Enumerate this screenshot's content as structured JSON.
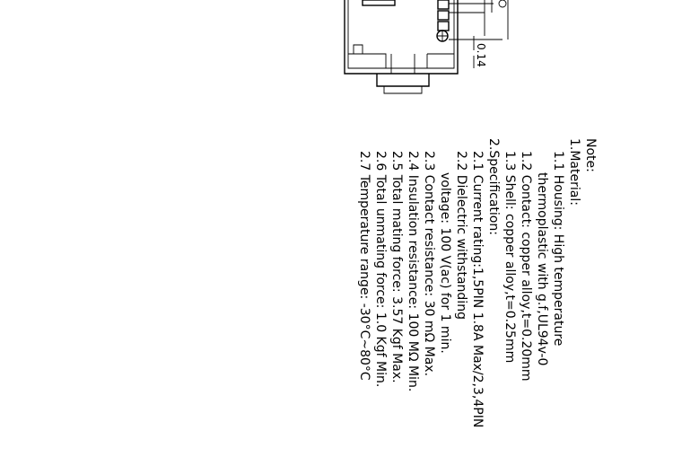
{
  "drawing": {
    "dimension_label": "0.14"
  },
  "notes": {
    "title": "Note:",
    "lines": [
      "1.Material:",
      "1.1 Housing: High temperature",
      "thermoplastic with g.f,UL94v-0",
      "1.2 Contact: copper alloy,t=0.20mm",
      "1.3 Shell: copper alloy,t=0.25mm",
      "2.Specification:",
      "2.1 Current rating:1,5PIN 1.8A Max/2,3,4PIN",
      "2.2 Dielectric withstanding",
      "voltage: 100 V(ac) for 1 min.",
      "2.3 Contact resistance: 30 mΩ Max.",
      "2.4 Insulation resistance: 100 MΩ Min.",
      "2.5 Total mating force: 3.57 Kgf Max.",
      "2.6 Total unmating force: 1.0 Kgf Min.",
      "2.7 Temperature range: -30°C~80°C"
    ]
  }
}
